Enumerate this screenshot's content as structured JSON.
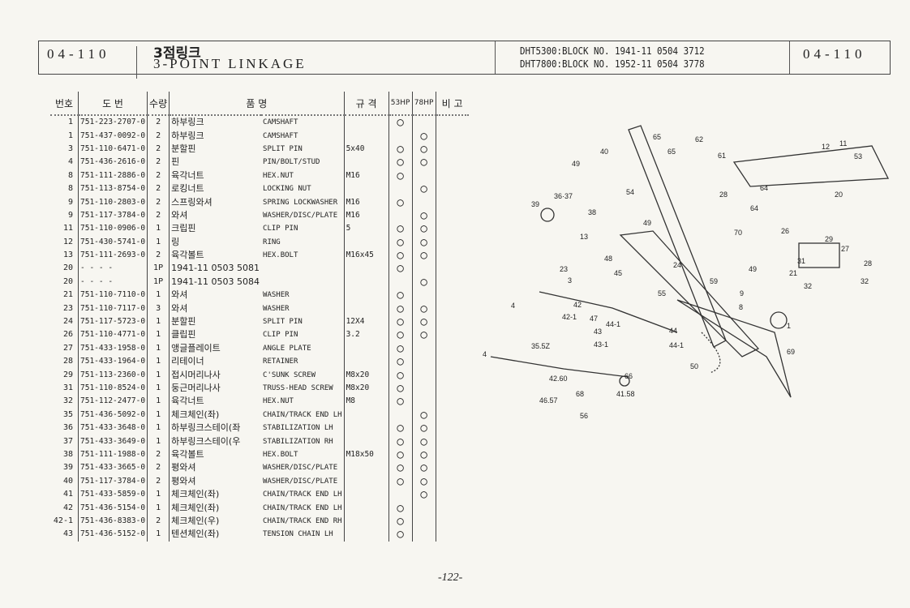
{
  "header": {
    "section_code": "04-110",
    "title_ko": "3점링크",
    "title_en": "3-POINT LINKAGE",
    "block_lines": [
      "DHT5300:BLOCK NO. 1941-11 0504 3712",
      "DHT7800:BLOCK NO. 1952-11 0504 3778"
    ],
    "section_code_right": "04-110"
  },
  "table": {
    "headers": {
      "no": "번호",
      "part": "도    번",
      "qty": "수량",
      "name": "품               명",
      "spec": "규 격",
      "hp53": "53HP",
      "hp78": "78HP",
      "remark": "비 고"
    },
    "mark": "○",
    "rows": [
      {
        "no": "1",
        "part": "751-223-2707-0",
        "qty": "2",
        "ko": "하부링크",
        "en": "CAMSHAFT",
        "spec": "",
        "hp53": true,
        "hp78": false
      },
      {
        "no": "1",
        "part": "751-437-0092-0",
        "qty": "2",
        "ko": "하부링크",
        "en": "CAMSHAFT",
        "spec": "",
        "hp53": false,
        "hp78": true
      },
      {
        "no": "3",
        "part": "751-110-6471-0",
        "qty": "2",
        "ko": "분할핀",
        "en": "SPLIT PIN",
        "spec": "5x40",
        "hp53": true,
        "hp78": true
      },
      {
        "no": "4",
        "part": "751-436-2616-0",
        "qty": "2",
        "ko": "핀",
        "en": "PIN/BOLT/STUD",
        "spec": "",
        "hp53": true,
        "hp78": true
      },
      {
        "no": "8",
        "part": "751-111-2886-0",
        "qty": "2",
        "ko": "육각너트",
        "en": "HEX.NUT",
        "spec": "M16",
        "hp53": true,
        "hp78": false
      },
      {
        "no": "8",
        "part": "751-113-8754-0",
        "qty": "2",
        "ko": "로킹너트",
        "en": "LOCKING NUT",
        "spec": "",
        "hp53": false,
        "hp78": true
      },
      {
        "no": "9",
        "part": "751-110-2803-0",
        "qty": "2",
        "ko": "스프링와셔",
        "en": "SPRING LOCKWASHER",
        "spec": "M16",
        "hp53": true,
        "hp78": false
      },
      {
        "no": "9",
        "part": "751-117-3784-0",
        "qty": "2",
        "ko": "와셔",
        "en": "WASHER/DISC/PLATE",
        "spec": "M16",
        "hp53": false,
        "hp78": true
      },
      {
        "no": "11",
        "part": "751-110-0906-0",
        "qty": "1",
        "ko": "크립핀",
        "en": "CLIP PIN",
        "spec": "5",
        "hp53": true,
        "hp78": true
      },
      {
        "no": "12",
        "part": "751-430-5741-0",
        "qty": "1",
        "ko": "링",
        "en": "RING",
        "spec": "",
        "hp53": true,
        "hp78": true
      },
      {
        "no": "13",
        "part": "751-111-2693-0",
        "qty": "2",
        "ko": "육각볼트",
        "en": "HEX.BOLT",
        "spec": "M16x45",
        "hp53": true,
        "hp78": true
      },
      {
        "no": "20",
        "part": "- - - -",
        "qty": "1P",
        "ko": "1941-11 0503 5081",
        "en": "",
        "spec": "",
        "hp53": true,
        "hp78": false
      },
      {
        "no": "20",
        "part": "- - - -",
        "qty": "1P",
        "ko": "1941-11 0503 5084",
        "en": "",
        "spec": "",
        "hp53": false,
        "hp78": true
      },
      {
        "no": "21",
        "part": "751-110-7110-0",
        "qty": "1",
        "ko": "와셔",
        "en": "WASHER",
        "spec": "",
        "hp53": true,
        "hp78": false
      },
      {
        "no": "23",
        "part": "751-110-7117-0",
        "qty": "3",
        "ko": "와셔",
        "en": "WASHER",
        "spec": "",
        "hp53": true,
        "hp78": true
      },
      {
        "no": "24",
        "part": "751-117-5723-0",
        "qty": "1",
        "ko": "분할핀",
        "en": "SPLIT PIN",
        "spec": "12X4",
        "hp53": true,
        "hp78": true
      },
      {
        "no": "26",
        "part": "751-110-4771-0",
        "qty": "1",
        "ko": "클립핀",
        "en": "CLIP PIN",
        "spec": "3.2",
        "hp53": true,
        "hp78": true
      },
      {
        "no": "27",
        "part": "751-433-1958-0",
        "qty": "1",
        "ko": "앵글플레이트",
        "en": "ANGLE PLATE",
        "spec": "",
        "hp53": true,
        "hp78": false
      },
      {
        "no": "28",
        "part": "751-433-1964-0",
        "qty": "1",
        "ko": "리테이너",
        "en": "RETAINER",
        "spec": "",
        "hp53": true,
        "hp78": false
      },
      {
        "no": "29",
        "part": "751-113-2360-0",
        "qty": "1",
        "ko": "접시머리나사",
        "en": "C'SUNK SCREW",
        "spec": "M8x20",
        "hp53": true,
        "hp78": false
      },
      {
        "no": "31",
        "part": "751-110-8524-0",
        "qty": "1",
        "ko": "둥근머리나사",
        "en": "TRUSS-HEAD SCREW",
        "spec": "M8x20",
        "hp53": true,
        "hp78": false
      },
      {
        "no": "32",
        "part": "751-112-2477-0",
        "qty": "1",
        "ko": "육각너트",
        "en": "HEX.NUT",
        "spec": "M8",
        "hp53": true,
        "hp78": false
      },
      {
        "no": "35",
        "part": "751-436-5092-0",
        "qty": "1",
        "ko": "체크체인(좌)",
        "en": "CHAIN/TRACK END LH",
        "spec": "",
        "hp53": false,
        "hp78": true
      },
      {
        "no": "36",
        "part": "751-433-3648-0",
        "qty": "1",
        "ko": "하부링크스테이(좌",
        "en": "STABILIZATION  LH",
        "spec": "",
        "hp53": true,
        "hp78": true
      },
      {
        "no": "37",
        "part": "751-433-3649-0",
        "qty": "1",
        "ko": "하부링크스테이(우",
        "en": "STABILIZATION  RH",
        "spec": "",
        "hp53": true,
        "hp78": true
      },
      {
        "no": "38",
        "part": "751-111-1988-0",
        "qty": "2",
        "ko": "육각볼트",
        "en": "HEX.BOLT",
        "spec": "M18x50",
        "hp53": true,
        "hp78": true
      },
      {
        "no": "39",
        "part": "751-433-3665-0",
        "qty": "2",
        "ko": "평와셔",
        "en": "WASHER/DISC/PLATE",
        "spec": "",
        "hp53": true,
        "hp78": true
      },
      {
        "no": "40",
        "part": "751-117-3784-0",
        "qty": "2",
        "ko": "평와셔",
        "en": "WASHER/DISC/PLATE",
        "spec": "",
        "hp53": true,
        "hp78": true
      },
      {
        "no": "41",
        "part": "751-433-5859-0",
        "qty": "1",
        "ko": "체크체인(좌)",
        "en": "CHAIN/TRACK END LH",
        "spec": "",
        "hp53": false,
        "hp78": true
      },
      {
        "no": "42",
        "part": "751-436-5154-0",
        "qty": "1",
        "ko": "체크체인(좌)",
        "en": "CHAIN/TRACK END LH",
        "spec": "",
        "hp53": true,
        "hp78": false
      },
      {
        "no": "42-1",
        "part": "751-436-8383-0",
        "qty": "2",
        "ko": "체크체인(우)",
        "en": "CHAIN/TRACK END RH",
        "spec": "",
        "hp53": true,
        "hp78": false
      },
      {
        "no": "43",
        "part": "751-436-5152-0",
        "qty": "1",
        "ko": "텐션체인(좌)",
        "en": "TENSION CHAIN  LH",
        "spec": "",
        "hp53": true,
        "hp78": false
      }
    ]
  },
  "diagram": {
    "callouts": [
      "65",
      "40",
      "49",
      "65",
      "62",
      "61",
      "54",
      "12",
      "11",
      "53",
      "20",
      "28",
      "64",
      "64",
      "39",
      "36·37",
      "38",
      "13",
      "49",
      "70",
      "26",
      "48",
      "29",
      "27",
      "31",
      "21",
      "32",
      "28",
      "32",
      "23",
      "3",
      "45",
      "24",
      "59",
      "49",
      "55",
      "4",
      "42",
      "42-1",
      "47",
      "44-1",
      "43",
      "43-1",
      "44",
      "44-1",
      "9",
      "8",
      "1",
      "69",
      "50",
      "35.5Z",
      "4",
      "42.60",
      "68",
      "41.58",
      "66",
      "46.57",
      "56"
    ]
  },
  "footer": {
    "page_number": "-122-"
  }
}
